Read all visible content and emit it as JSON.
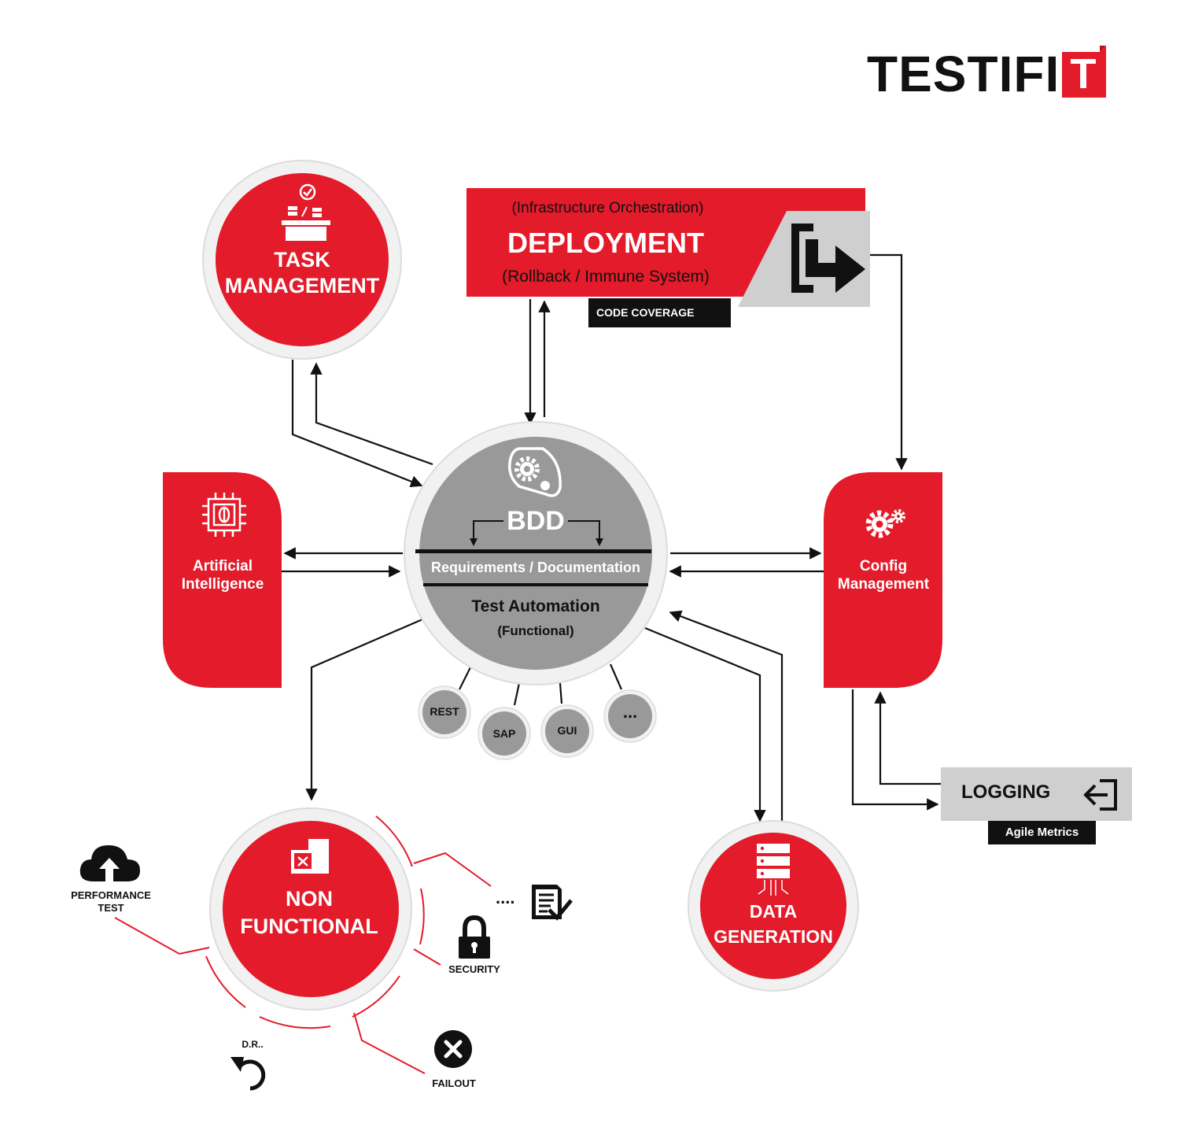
{
  "brand": {
    "name": "TESTIFI",
    "logo_letter": "T",
    "accent": "#e31b2a"
  },
  "colors": {
    "red": "#e31b2a",
    "grey": "#999999",
    "light_grey": "#cfcfcf",
    "black": "#111111",
    "ring": "#f1f1f1"
  },
  "task_management": {
    "line1": "TASK",
    "line2": "MANAGEMENT",
    "icon": "task-desk-icon"
  },
  "deployment": {
    "subtitle_top": "(Infrastructure Orchestration)",
    "title": "DEPLOYMENT",
    "subtitle_bottom": "(Rollback / Immune System)",
    "badge": "CODE COVERAGE",
    "icon": "deploy-exit-icon"
  },
  "ai": {
    "line1": "Artificial",
    "line2": "Intelligence",
    "icon": "chip-brain-icon"
  },
  "config": {
    "line1": "Config",
    "line2": "Management",
    "icon": "gears-icon"
  },
  "bdd": {
    "title": "BDD",
    "band": "Requirements / Documentation",
    "automation": "Test Automation",
    "functional": "(Functional)",
    "icon": "gear-chain-icon"
  },
  "interfaces": [
    "REST",
    "SAP",
    "GUI",
    "..."
  ],
  "logging": {
    "label": "LOGGING",
    "badge": "Agile Metrics",
    "icon": "login-arrow-icon"
  },
  "data_generation": {
    "line1": "DATA",
    "line2": "GENERATION",
    "icon": "server-icon"
  },
  "non_functional": {
    "line1": "NON",
    "line2": "FUNCTIONAL",
    "items": {
      "performance": "PERFORMANCE\nTEST",
      "security": "SECURITY",
      "dr": "D.R..",
      "failout": "FAILOUT",
      "more": "...."
    }
  }
}
